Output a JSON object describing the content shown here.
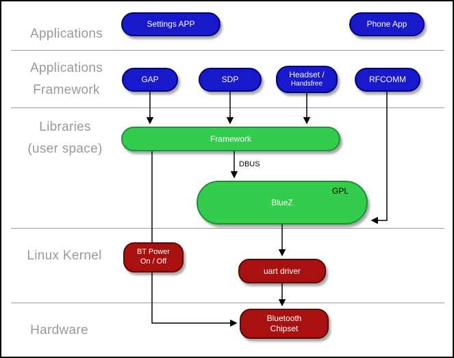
{
  "layers": {
    "applications": {
      "line1": "Applications"
    },
    "applications_framework": {
      "line1": "Applications",
      "line2": "Framework"
    },
    "libraries": {
      "line1": "Libraries",
      "line2": "(user space)"
    },
    "linux_kernel": {
      "line1": "Linux Kernel"
    },
    "hardware": {
      "line1": "Hardware"
    }
  },
  "nodes": {
    "settings_app": {
      "label": "Settings APP"
    },
    "phone_app": {
      "label": "Phone App"
    },
    "gap": {
      "label": "GAP"
    },
    "sdp": {
      "label": "SDP"
    },
    "headset": {
      "line1": "Headset /",
      "line2": "Handsfree"
    },
    "rfcomm": {
      "label": "RFCOMM"
    },
    "framework": {
      "label": "Framework"
    },
    "bluez": {
      "label": "BlueZ",
      "license_label": "GPL"
    },
    "bt_power": {
      "line1": "BT Power",
      "line2": "On / Off"
    },
    "uart_driver": {
      "label": "uart driver"
    },
    "bluetooth_chipset": {
      "line1": "Bluetooth",
      "line2": "Chipset"
    }
  },
  "edges": {
    "dbus_label": "DBUS"
  },
  "colors": {
    "application_node": "#1818cd",
    "userspace_node": "#34cc4c",
    "kernel_node": "#a91111",
    "layer_label_text": "#999999",
    "edge_stroke": "#000000"
  }
}
